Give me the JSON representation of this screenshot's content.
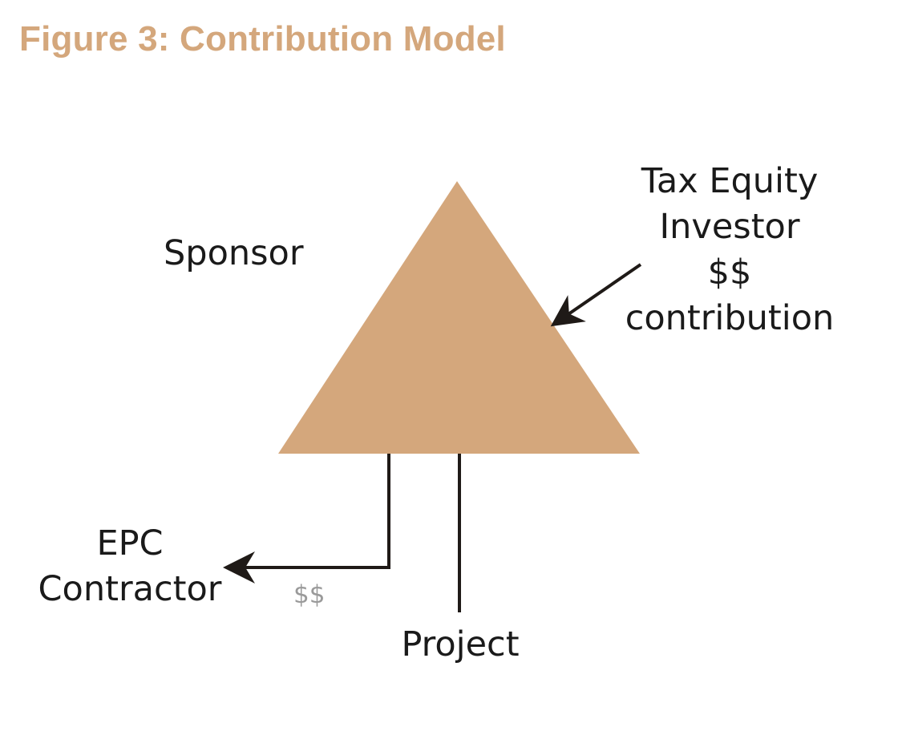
{
  "figure": {
    "title": "Figure 3: Contribution Model"
  },
  "colors": {
    "accent": "#d4a77c",
    "line": "#1f1a17",
    "muted_text": "#9a9a9a"
  },
  "labels": {
    "sponsor": "Sponsor",
    "investor": [
      "Tax Equity",
      "Investor",
      "$$",
      "contribution"
    ],
    "epc": [
      "EPC",
      "Contractor"
    ],
    "project": "Project",
    "epc_flow_amount": "$$"
  }
}
